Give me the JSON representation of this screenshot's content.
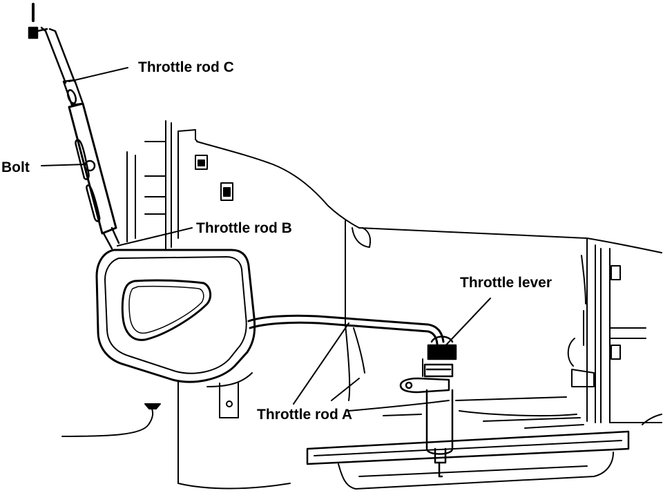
{
  "labels": {
    "throttle_rod_c": "Throttle rod C",
    "bolt": "Bolt",
    "throttle_rod_b": "Throttle rod B",
    "throttle_lever": "Throttle lever",
    "throttle_rod_a": "Throttle rod A"
  },
  "colors": {
    "ink": "#000000",
    "paper": "#ffffff"
  }
}
